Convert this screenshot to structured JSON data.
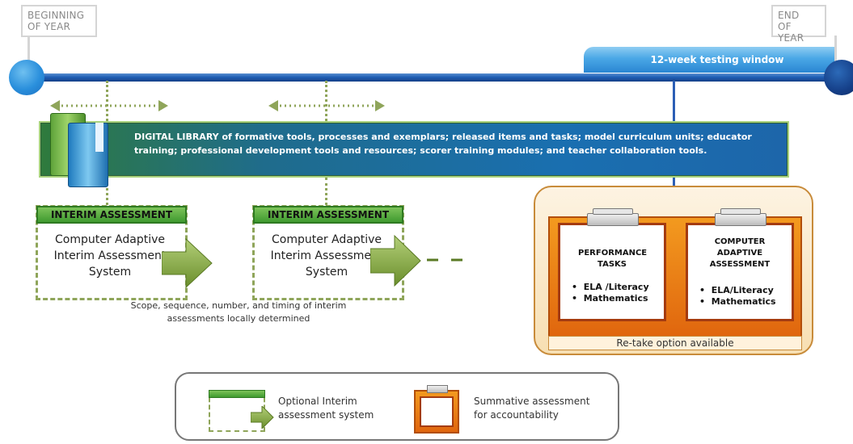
{
  "flags": {
    "start": [
      "BEGINNING",
      "OF YEAR"
    ],
    "end": [
      "END",
      "OF YEAR"
    ]
  },
  "testing_window": "12-week testing window",
  "library": {
    "heading": "DIGITAL LIBRARY",
    "text": " of formative tools, processes and exemplars; released items and tasks; model curriculum units; educator training; professional development tools and resources; scorer training modules; and teacher collaboration tools."
  },
  "interim": [
    {
      "header": "INTERIM ASSESSMENT",
      "body": "Computer Adaptive Interim Assessment System"
    },
    {
      "header": "INTERIM ASSESSMENT",
      "body": "Computer Adaptive Interim Assessment System"
    }
  ],
  "interim_note": "Scope, sequence, number, and timing of interim assessments locally determined",
  "summative": {
    "cards": [
      {
        "title": "PERFORMANCE TASKS",
        "items": [
          "ELA /Literacy",
          "Mathematics"
        ]
      },
      {
        "title": "COMPUTER ADAPTIVE ASSESSMENT",
        "items": [
          "ELA/Literacy",
          "Mathematics"
        ]
      }
    ],
    "retake": "Re-take option available"
  },
  "legend": {
    "interim": "Optional Interim assessment  system",
    "summative": "Summative assessment for accountability"
  },
  "colors": {
    "timeline": "#1f5fb5",
    "interim_green": "#3f9a2f",
    "summative_orange": "#e0660e"
  }
}
